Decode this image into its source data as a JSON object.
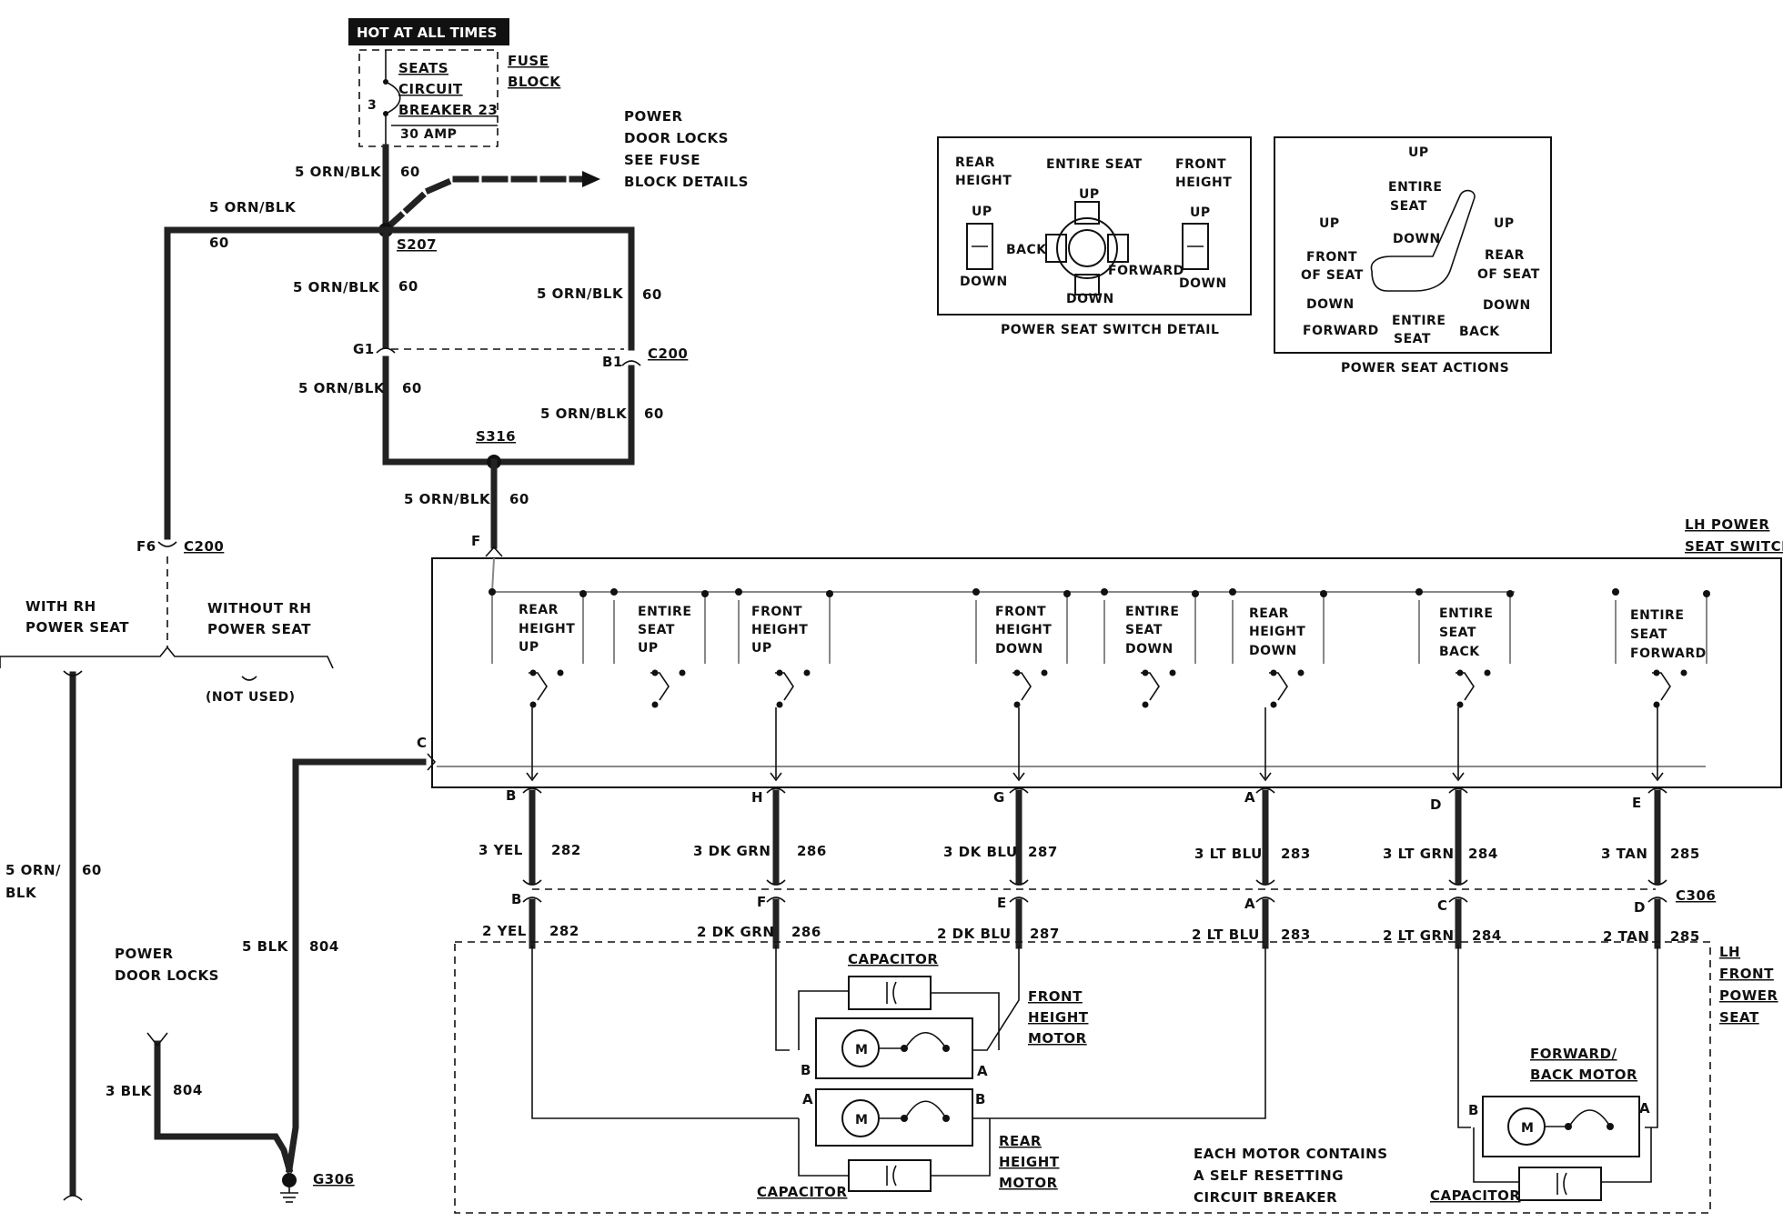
{
  "header": "HOT AT ALL TIMES",
  "fuse_block": {
    "label": [
      "FUSE",
      "BLOCK"
    ],
    "breaker_name": [
      "SEATS",
      "CIRCUIT",
      "BREAKER 23"
    ],
    "rating": "30 AMP"
  },
  "power_door_locks_top": [
    "POWER",
    "DOOR LOCKS",
    "SEE FUSE",
    "BLOCK DETAILS"
  ],
  "splices": {
    "s207": "S207",
    "s316": "S316",
    "g306": "G306"
  },
  "connectors": {
    "c200": "C200",
    "c200_left": "C200",
    "c306": "C306",
    "g1": "G1",
    "b1": "B1",
    "f6": "F6",
    "f": "F",
    "c": "C"
  },
  "wires": {
    "orn_blk": "5 ORN/BLK",
    "orn_blk_circuit": "60",
    "orn_blk_split": [
      "5 ORN/",
      "BLK"
    ],
    "blk_804": "5 BLK",
    "blk_804_circuit": "804",
    "blk3": "3 BLK",
    "blk3_circuit": "804"
  },
  "options": {
    "with_rh": [
      "WITH RH",
      "POWER SEAT"
    ],
    "without_rh": [
      "WITHOUT RH",
      "POWER SEAT"
    ],
    "not_used": "(NOT USED)"
  },
  "power_door_locks_left": [
    "POWER",
    "DOOR LOCKS"
  ],
  "switch_detail": {
    "caption": "POWER SEAT SWITCH DETAIL",
    "rear_height": [
      "REAR",
      "HEIGHT"
    ],
    "entire_seat": "ENTIRE SEAT",
    "front_height": [
      "FRONT",
      "HEIGHT"
    ],
    "up": "UP",
    "down": "DOWN",
    "back": "BACK",
    "forward": "FORWARD"
  },
  "seat_actions": {
    "caption": "POWER SEAT ACTIONS",
    "entire_seat_up": [
      "UP",
      "ENTIRE",
      "SEAT",
      "DOWN"
    ],
    "front_of_seat": [
      "UP",
      "FRONT",
      "OF SEAT",
      "DOWN"
    ],
    "rear_of_seat": [
      "UP",
      "REAR",
      "OF SEAT",
      "DOWN"
    ],
    "forward": "FORWARD",
    "entire_seat_mid": [
      "ENTIRE",
      "SEAT"
    ],
    "back": "BACK"
  },
  "lh_switch": {
    "label": [
      "LH POWER",
      "SEAT SWITCH"
    ],
    "switches": [
      [
        "REAR",
        "HEIGHT",
        "UP"
      ],
      [
        "ENTIRE",
        "SEAT",
        "UP"
      ],
      [
        "FRONT",
        "HEIGHT",
        "UP"
      ],
      [
        "FRONT",
        "HEIGHT",
        "DOWN"
      ],
      [
        "ENTIRE",
        "SEAT",
        "DOWN"
      ],
      [
        "REAR",
        "HEIGHT",
        "DOWN"
      ],
      [
        "ENTIRE",
        "SEAT",
        "BACK"
      ],
      [
        "ENTIRE",
        "SEAT",
        "FORWARD"
      ]
    ]
  },
  "outputs": [
    {
      "pin_top": "B",
      "wire_top": "3 YEL",
      "circuit_top": "282",
      "pin_bot": "B",
      "wire_bot": "2 YEL",
      "circuit_bot": "282"
    },
    {
      "pin_top": "H",
      "wire_top": "3 DK GRN",
      "circuit_top": "286",
      "pin_bot": "F",
      "wire_bot": "2 DK GRN",
      "circuit_bot": "286"
    },
    {
      "pin_top": "G",
      "wire_top": "3 DK BLU",
      "circuit_top": "287",
      "pin_bot": "E",
      "wire_bot": "2 DK BLU",
      "circuit_bot": "287"
    },
    {
      "pin_top": "A",
      "wire_top": "3 LT BLU",
      "circuit_top": "283",
      "pin_bot": "A",
      "wire_bot": "2 LT BLU",
      "circuit_bot": "283"
    },
    {
      "pin_top": "D",
      "wire_top": "3 LT GRN",
      "circuit_top": "284",
      "pin_bot": "C",
      "wire_bot": "2 LT GRN",
      "circuit_bot": "284"
    },
    {
      "pin_top": "E",
      "wire_top": "3 TAN",
      "circuit_top": "285",
      "pin_bot": "D",
      "wire_bot": "2 TAN",
      "circuit_bot": "285"
    }
  ],
  "lh_front_seat": [
    "LH",
    "FRONT",
    "POWER",
    "SEAT"
  ],
  "motors": {
    "capacitor": "CAPACITOR",
    "front_height": [
      "FRONT",
      "HEIGHT",
      "MOTOR"
    ],
    "rear_height": [
      "REAR",
      "HEIGHT",
      "MOTOR"
    ],
    "forward_back": [
      "FORWARD/",
      "BACK MOTOR"
    ],
    "m": "M",
    "pin_a": "A",
    "pin_b": "B"
  },
  "note": [
    "EACH MOTOR CONTAINS",
    "A SELF RESETTING",
    "CIRCUIT BREAKER"
  ]
}
